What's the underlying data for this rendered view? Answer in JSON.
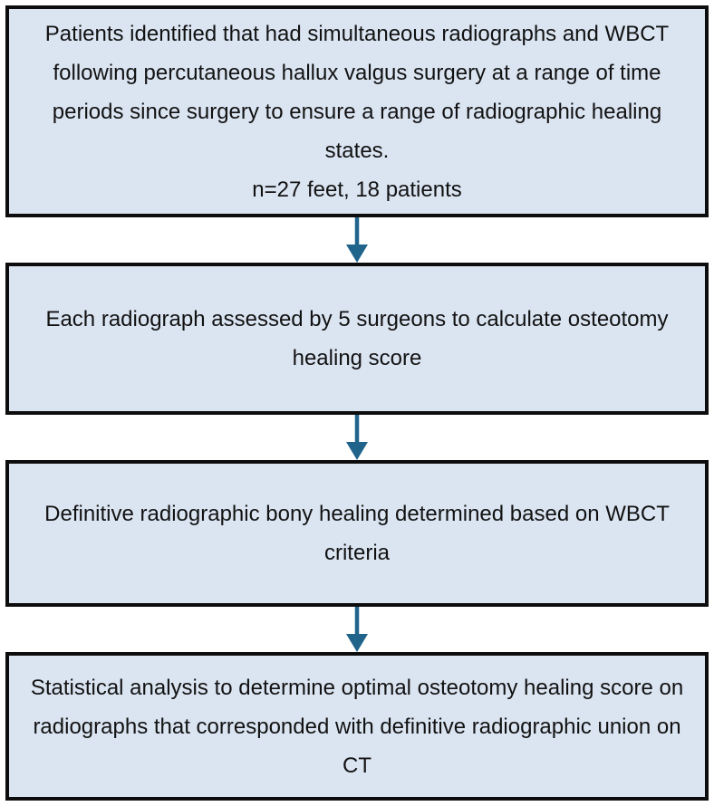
{
  "figure": {
    "type": "flowchart",
    "colors": {
      "box_fill": "#dbe5f2",
      "box_border": "#0d0d0d",
      "arrow": "#20648c",
      "text": "#121212",
      "background": "#ffffff"
    },
    "steps": [
      {
        "text": "Patients identified that had simultaneous radiographs and WBCT following percutaneous hallux valgus surgery at a range of time periods since surgery to ensure a range of radiographic healing states.",
        "subtext": "n=27 feet, 18 patients"
      },
      {
        "text": "Each radiograph assessed by 5 surgeons to calculate osteotomy healing score"
      },
      {
        "text": "Definitive radiographic bony healing determined based on WBCT criteria"
      },
      {
        "text": "Statistical analysis to determine optimal osteotomy healing score on radiographs that corresponded with definitive radiographic union on CT"
      }
    ]
  }
}
